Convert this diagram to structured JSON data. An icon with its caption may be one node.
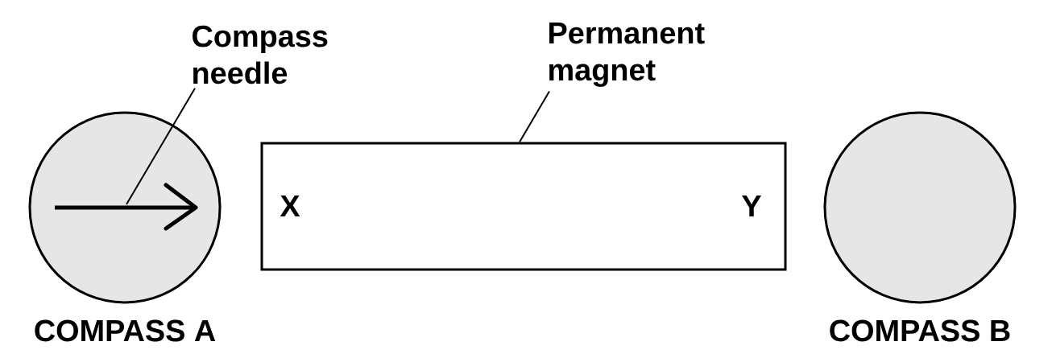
{
  "diagram": {
    "nodes": [
      {
        "text": [
          "Compass needle"
        ]
      },
      {
        "text": [
          "COMPASS A"
        ]
      },
      {
        "text": [],
        "shape": "arrow",
        "in": 1
      },
      {
        "text": [
          "Permanent magnet"
        ]
      },
      {
        "text": [
          "X",
          "Y"
        ]
      },
      {
        "text": [
          "COMPASS B"
        ]
      }
    ],
    "edges": [
      {
        "from": 0,
        "to": 2,
        "arrow": "none"
      },
      {
        "from": 3,
        "to": 4,
        "arrow": "none"
      }
    ]
  }
}
